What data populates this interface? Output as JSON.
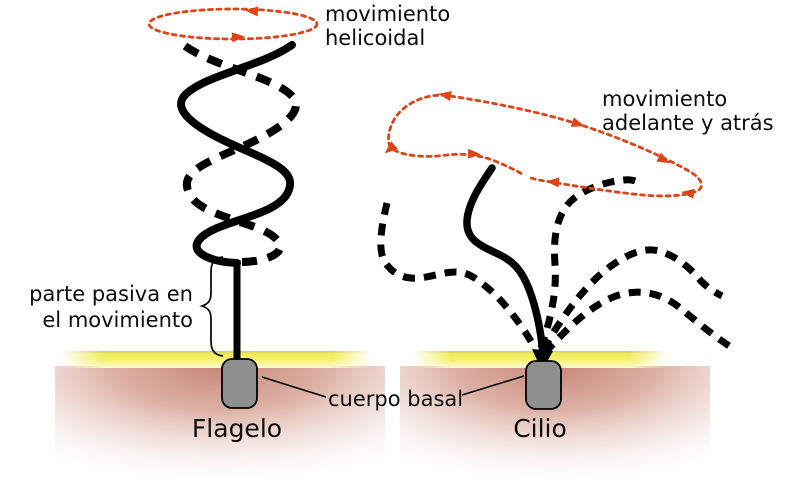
{
  "labels": {
    "helicoidal_line1": "movimiento",
    "helicoidal_line2": "helicoidal",
    "adelante_line1": "movimiento",
    "adelante_line2": "adelante y atrás",
    "pasiva_line1": "parte pasiva en",
    "pasiva_line2": "el movimiento",
    "cuerpo_basal": "cuerpo basal",
    "flagelo": "Flagelo",
    "cilio": "Cilio"
  },
  "colors": {
    "motion_arrow": "#dd4418",
    "structure": "#000000",
    "basal_body_gray": "#8f8f8f",
    "membrane_yellow": "#f5f065",
    "cytoplasm_pink": "#d8a496"
  }
}
